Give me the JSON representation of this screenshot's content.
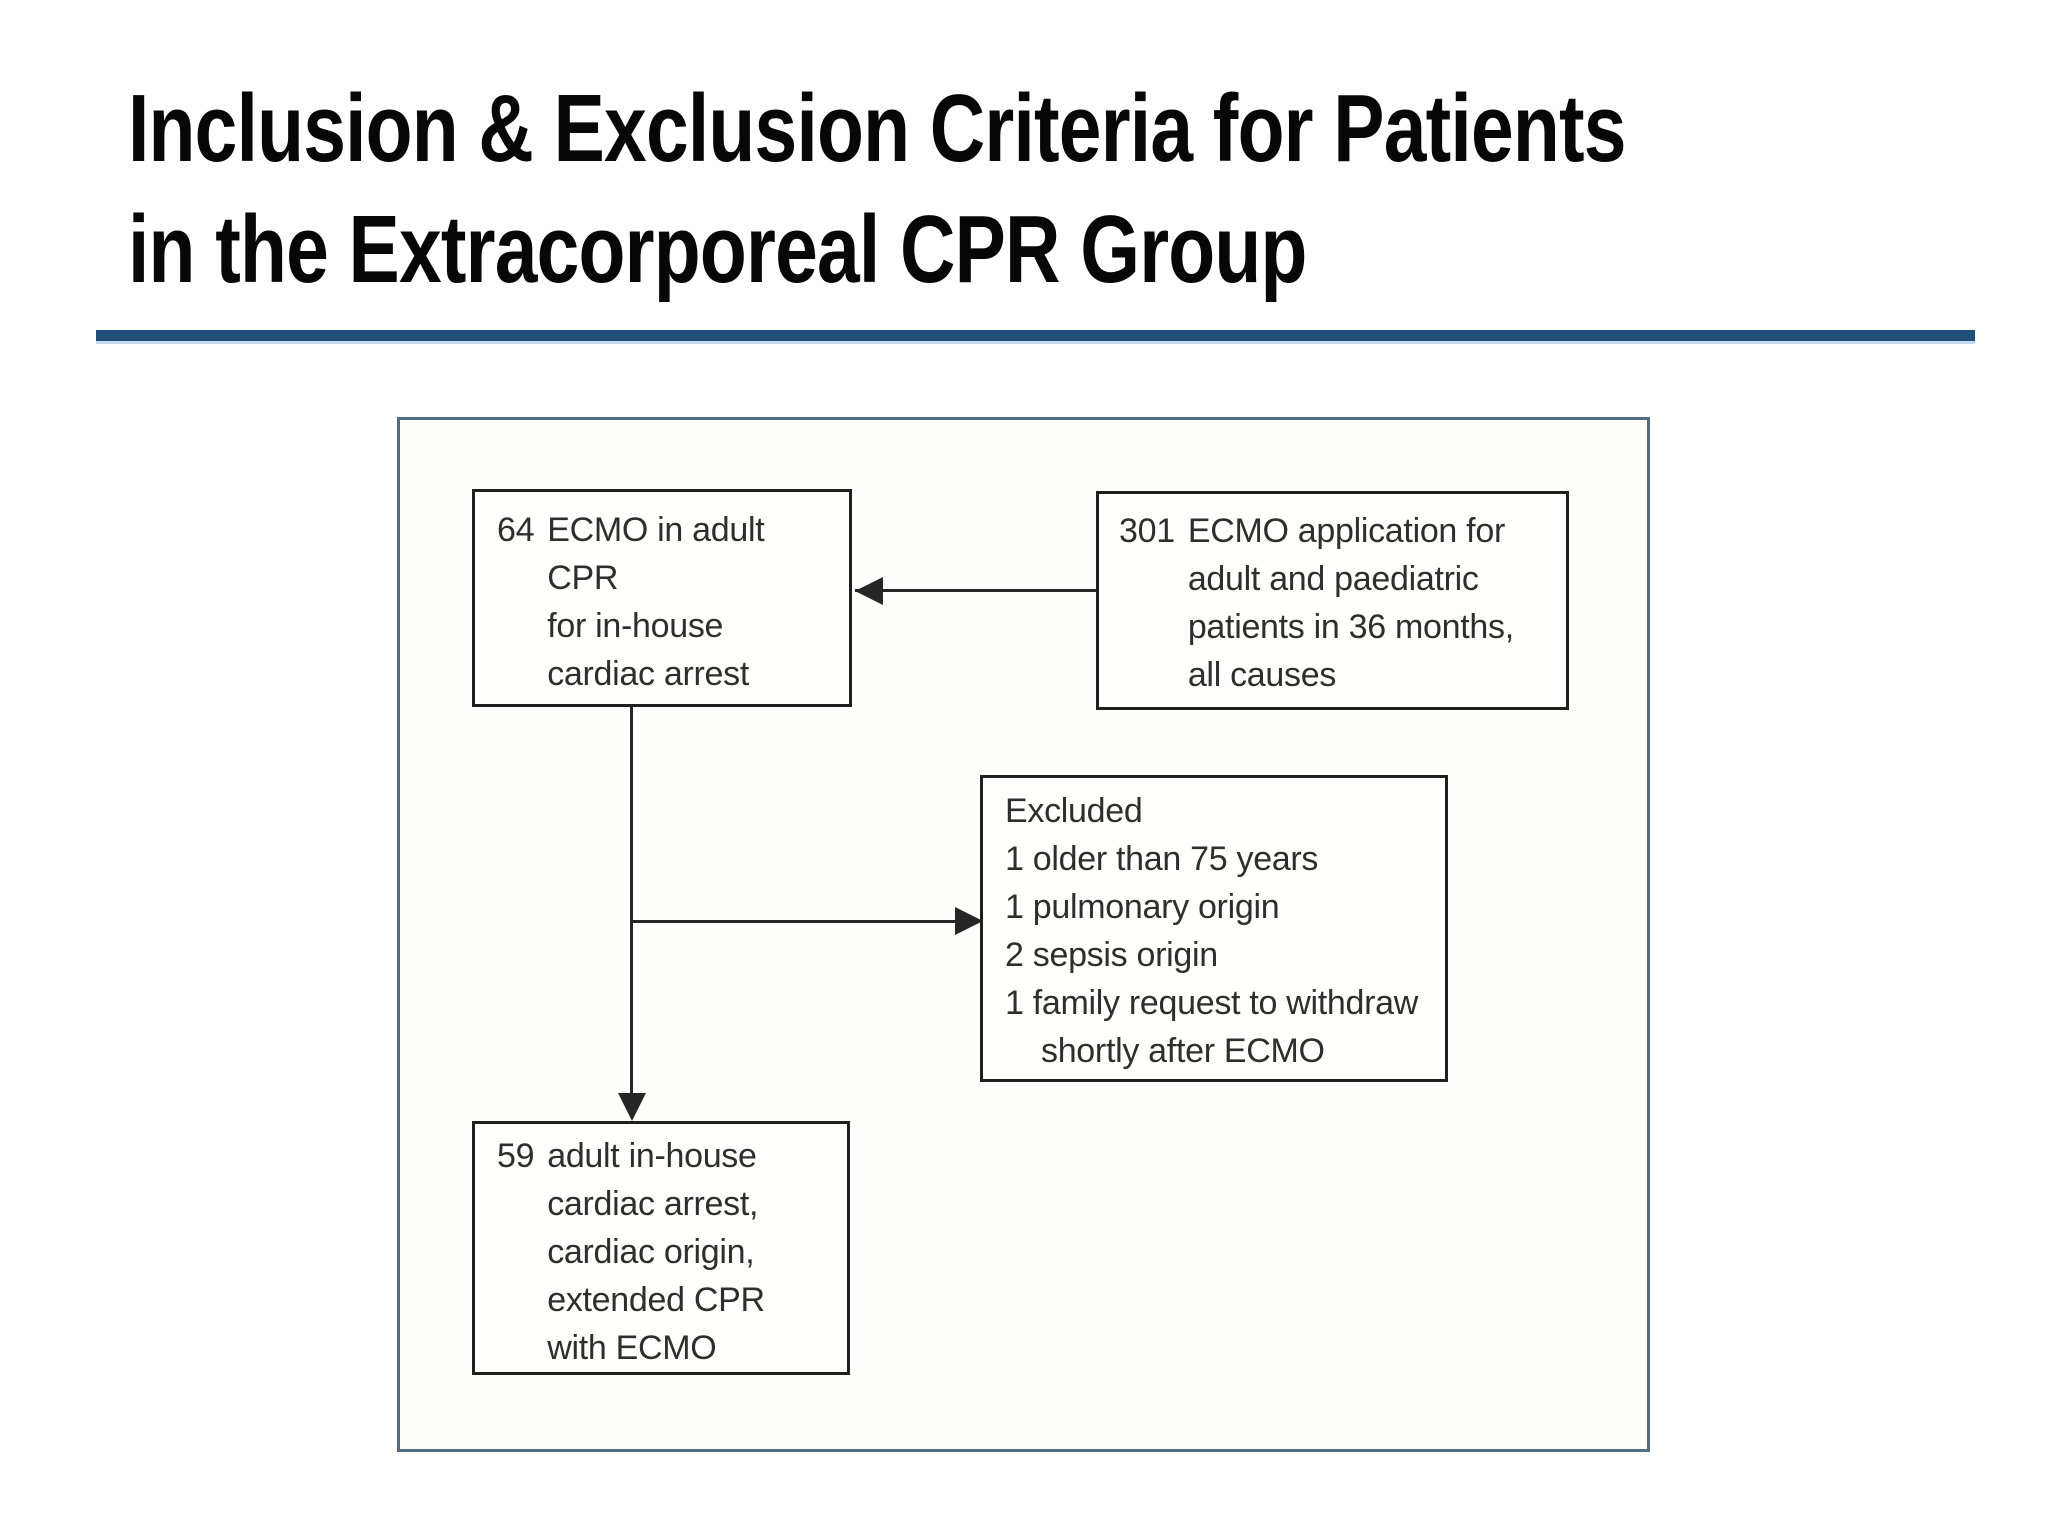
{
  "slide": {
    "title_line1": "Inclusion & Exclusion Criteria for Patients",
    "title_line2": "in the Extracorporeal CPR Group",
    "accent_color": "#1F4E79",
    "frame_border_color": "#546B80",
    "box_border_color": "#1F1F1F"
  },
  "diagram": {
    "box_total": {
      "number": "301",
      "lines": [
        "ECMO application for",
        "adult and paediatric",
        "patients in 36 months,",
        "all causes"
      ]
    },
    "box_adult": {
      "number": "64",
      "lines": [
        "ECMO in adult CPR",
        "for in-house",
        "cardiac arrest"
      ]
    },
    "box_excluded": {
      "title": "Excluded",
      "items": [
        "1 older than 75 years",
        "1 pulmonary origin",
        "2 sepsis origin",
        "1 family request to withdraw shortly after ECMO"
      ]
    },
    "box_final": {
      "number": "59",
      "lines": [
        "adult in-house",
        "cardiac arrest,",
        "cardiac origin,",
        "extended CPR",
        "with ECMO"
      ]
    }
  }
}
